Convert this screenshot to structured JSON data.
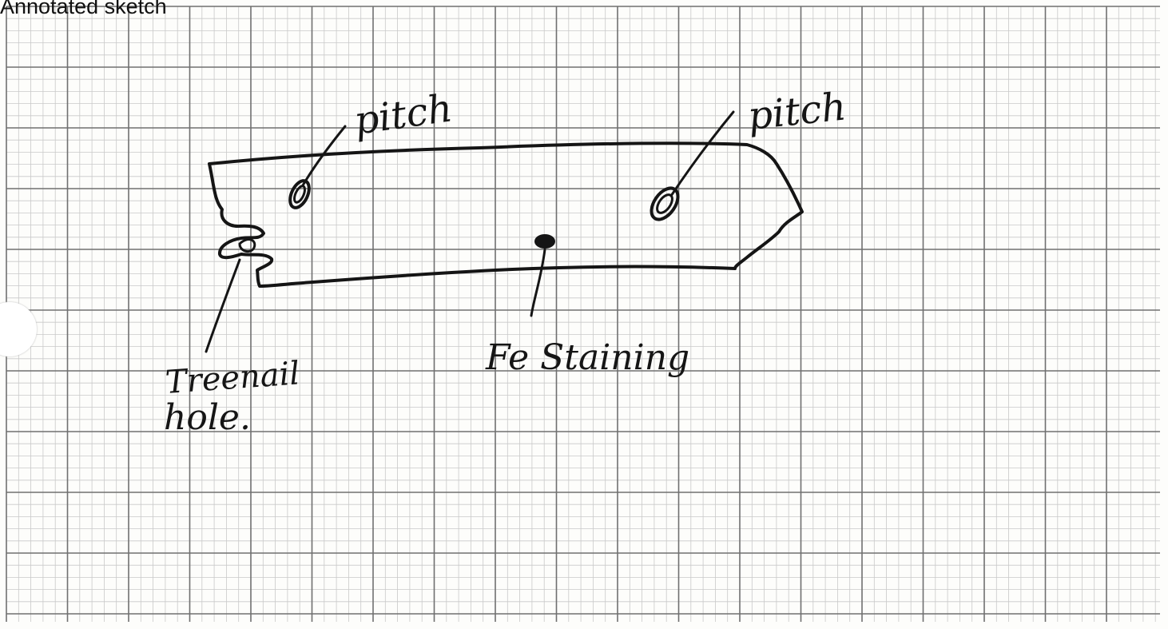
{
  "heading": "Annotated sketch",
  "labels": {
    "pitch_left": "pitch",
    "pitch_right": "pitch",
    "fe_staining": "Fe Staining",
    "treenail_line1": "Treenail",
    "treenail_line2": "hole."
  },
  "colors": {
    "ink": "#151515",
    "grid_major": "#707070",
    "grid_minor": "#c9c9c9",
    "paper": "#fdfdfb"
  }
}
